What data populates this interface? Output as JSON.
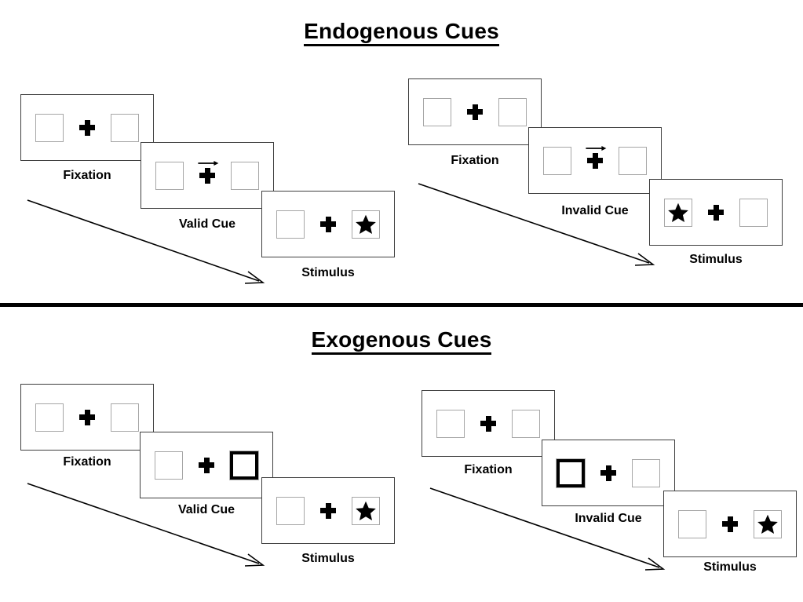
{
  "figure": {
    "sections": [
      {
        "id": "endogenous",
        "title": "Endogenous Cues",
        "columns": [
          {
            "id": "endogenous-valid",
            "panels": [
              {
                "id": "fixation",
                "caption": "Fixation",
                "left_content": "empty",
                "right_content": "empty",
                "cue": "none",
                "arrow": false,
                "cued_side": "none"
              },
              {
                "id": "cue",
                "caption": "Valid Cue",
                "left_content": "empty",
                "right_content": "empty",
                "cue": "arrow-right",
                "arrow": true,
                "cued_side": "none"
              },
              {
                "id": "stimulus",
                "caption": "Stimulus",
                "left_content": "empty",
                "right_content": "star",
                "cue": "none",
                "arrow": false,
                "cued_side": "none"
              }
            ]
          },
          {
            "id": "endogenous-invalid",
            "panels": [
              {
                "id": "fixation",
                "caption": "Fixation",
                "left_content": "empty",
                "right_content": "empty",
                "cue": "none",
                "arrow": false,
                "cued_side": "none"
              },
              {
                "id": "cue",
                "caption": "Invalid Cue",
                "left_content": "empty",
                "right_content": "empty",
                "cue": "arrow-right",
                "arrow": true,
                "cued_side": "none"
              },
              {
                "id": "stimulus",
                "caption": "Stimulus",
                "left_content": "star",
                "right_content": "empty",
                "cue": "none",
                "arrow": false,
                "cued_side": "none"
              }
            ]
          }
        ]
      },
      {
        "id": "exogenous",
        "title": "Exogenous Cues",
        "columns": [
          {
            "id": "exogenous-valid",
            "panels": [
              {
                "id": "fixation",
                "caption": "Fixation",
                "left_content": "empty",
                "right_content": "empty",
                "cue": "none",
                "arrow": false,
                "cued_side": "none"
              },
              {
                "id": "cue",
                "caption": "Valid Cue",
                "left_content": "empty",
                "right_content": "empty",
                "cue": "box-highlight",
                "arrow": false,
                "cued_side": "right"
              },
              {
                "id": "stimulus",
                "caption": "Stimulus",
                "left_content": "empty",
                "right_content": "star",
                "cue": "none",
                "arrow": false,
                "cued_side": "none"
              }
            ]
          },
          {
            "id": "exogenous-invalid",
            "panels": [
              {
                "id": "fixation",
                "caption": "Fixation",
                "left_content": "empty",
                "right_content": "empty",
                "cue": "none",
                "arrow": false,
                "cued_side": "none"
              },
              {
                "id": "cue",
                "caption": "Invalid Cue",
                "left_content": "empty",
                "right_content": "empty",
                "cue": "box-highlight",
                "arrow": false,
                "cued_side": "left"
              },
              {
                "id": "stimulus",
                "caption": "Stimulus",
                "left_content": "empty",
                "right_content": "star",
                "cue": "none",
                "arrow": false,
                "cued_side": "none"
              }
            ]
          }
        ]
      }
    ],
    "colors": {
      "panel_border": "#3f3f3f",
      "box_border": "#a6a6a6",
      "cued_box_border": "#000000",
      "ink": "#000000",
      "background": "#ffffff",
      "divider": "#000000"
    },
    "labels": {
      "endogenous_title": "Endogenous Cues",
      "exogenous_title": "Exogenous Cues",
      "fixation": "Fixation",
      "valid_cue": "Valid Cue",
      "invalid_cue": "Invalid Cue",
      "stimulus": "Stimulus"
    }
  }
}
